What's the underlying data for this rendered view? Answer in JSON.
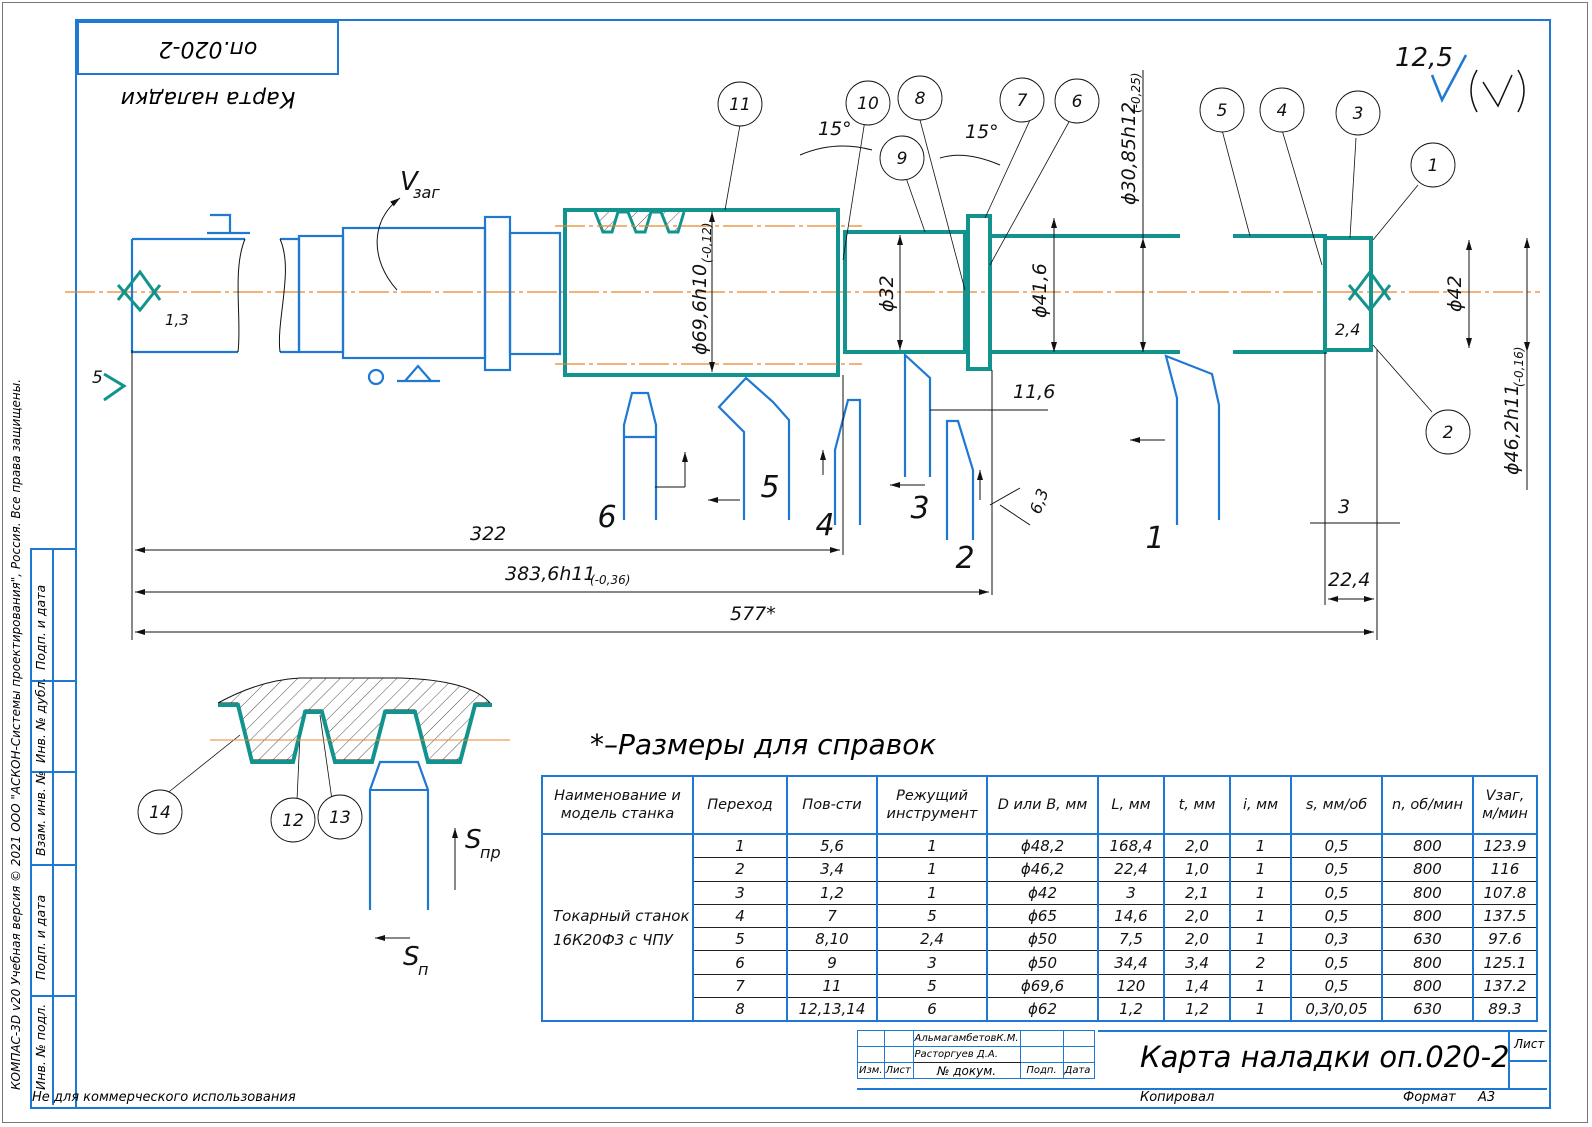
{
  "sheet": {
    "title": "Карта наладки оп.020-2",
    "title_rotated": "Карта наладки оп.020-2",
    "note": "*–Размеры для справок",
    "roughness": "12,5",
    "copied": "Копировал",
    "format_label": "Формат",
    "format_value": "A3",
    "sheet_label": "Лист",
    "non_commercial": "Не для коммерческого использования",
    "copyright": "КОМПАС-3D v20 Учебная версия © 2021 ООО \"АСКОН-Системы проектирования\", Россия. Все права защищены.",
    "side_fields": [
      "Инв. № подл.",
      "Подп. и дата",
      "Взам. инв. №",
      "Инв. № дубл.",
      "Подп. и дата"
    ]
  },
  "stamp": {
    "developer": "АльмагамбетовК.М.",
    "checker": "Расторгуев Д.А.",
    "col_labels": [
      "Изм.",
      "Лист",
      "№ докум.",
      "Подп.",
      "Дата"
    ]
  },
  "drawing": {
    "leaders": [
      "1",
      "2",
      "3",
      "4",
      "5",
      "6",
      "7",
      "8",
      "9",
      "10",
      "11",
      "12",
      "13",
      "14"
    ],
    "tools": [
      "1",
      "2",
      "3",
      "4",
      "5",
      "6"
    ],
    "dims": {
      "d_thread": "ϕ69,6h10",
      "d_thread_tol": "(-0,12)",
      "d32": "ϕ32",
      "d41": "ϕ41,6",
      "d30": "ϕ30,85h12",
      "d30_tol": "(-0,25)",
      "d42": "ϕ42",
      "d46": "ϕ46,2h11",
      "d46_tol": "(-0,16)",
      "len322": "322",
      "len383": "383,6h11",
      "len383_tol": "(-0,36)",
      "len577": "577*",
      "len11_6": "11,6",
      "len3": "3",
      "len22_4": "22,4",
      "chamfer": "2,4",
      "angle1": "15°",
      "angle2": "15°",
      "rough63": "6,3",
      "center13": "1,3",
      "support5": "5",
      "vzag": "V",
      "vzag_sub": "заг",
      "spr": "S",
      "spr_sub": "пр",
      "sp": "S",
      "sp_sub": "п"
    }
  },
  "table": {
    "headers": [
      "Наименование и модель станка",
      "Переход",
      "Пов-сти",
      "Режущий инструмент",
      "D или B, мм",
      "L, мм",
      "t, мм",
      "i, мм",
      "s, мм/об",
      "n, об/мин",
      "Vзаг, м/мин"
    ],
    "machine": "Токарный станок 16К20Ф3 с ЧПУ",
    "rows": [
      [
        "1",
        "5,6",
        "1",
        "ϕ48,2",
        "168,4",
        "2,0",
        "1",
        "0,5",
        "800",
        "123.9"
      ],
      [
        "2",
        "3,4",
        "1",
        "ϕ46,2",
        "22,4",
        "1,0",
        "1",
        "0,5",
        "800",
        "116"
      ],
      [
        "3",
        "1,2",
        "1",
        "ϕ42",
        "3",
        "2,1",
        "1",
        "0,5",
        "800",
        "107.8"
      ],
      [
        "4",
        "7",
        "5",
        "ϕ65",
        "14,6",
        "2,0",
        "1",
        "0,5",
        "800",
        "137.5"
      ],
      [
        "5",
        "8,10",
        "2,4",
        "ϕ50",
        "7,5",
        "2,0",
        "1",
        "0,3",
        "630",
        "97.6"
      ],
      [
        "6",
        "9",
        "3",
        "ϕ50",
        "34,4",
        "3,4",
        "2",
        "0,5",
        "800",
        "125.1"
      ],
      [
        "7",
        "11",
        "5",
        "ϕ69,6",
        "120",
        "1,4",
        "1",
        "0,5",
        "800",
        "137.2"
      ],
      [
        "8",
        "12,13,14",
        "6",
        "ϕ62",
        "1,2",
        "1,2",
        "1",
        "0,3/0,05",
        "630",
        "89.3"
      ]
    ]
  },
  "colors": {
    "frame": "#1f78d1",
    "part": "#13938e",
    "axis": "#e8862a",
    "ink": "#111111"
  }
}
